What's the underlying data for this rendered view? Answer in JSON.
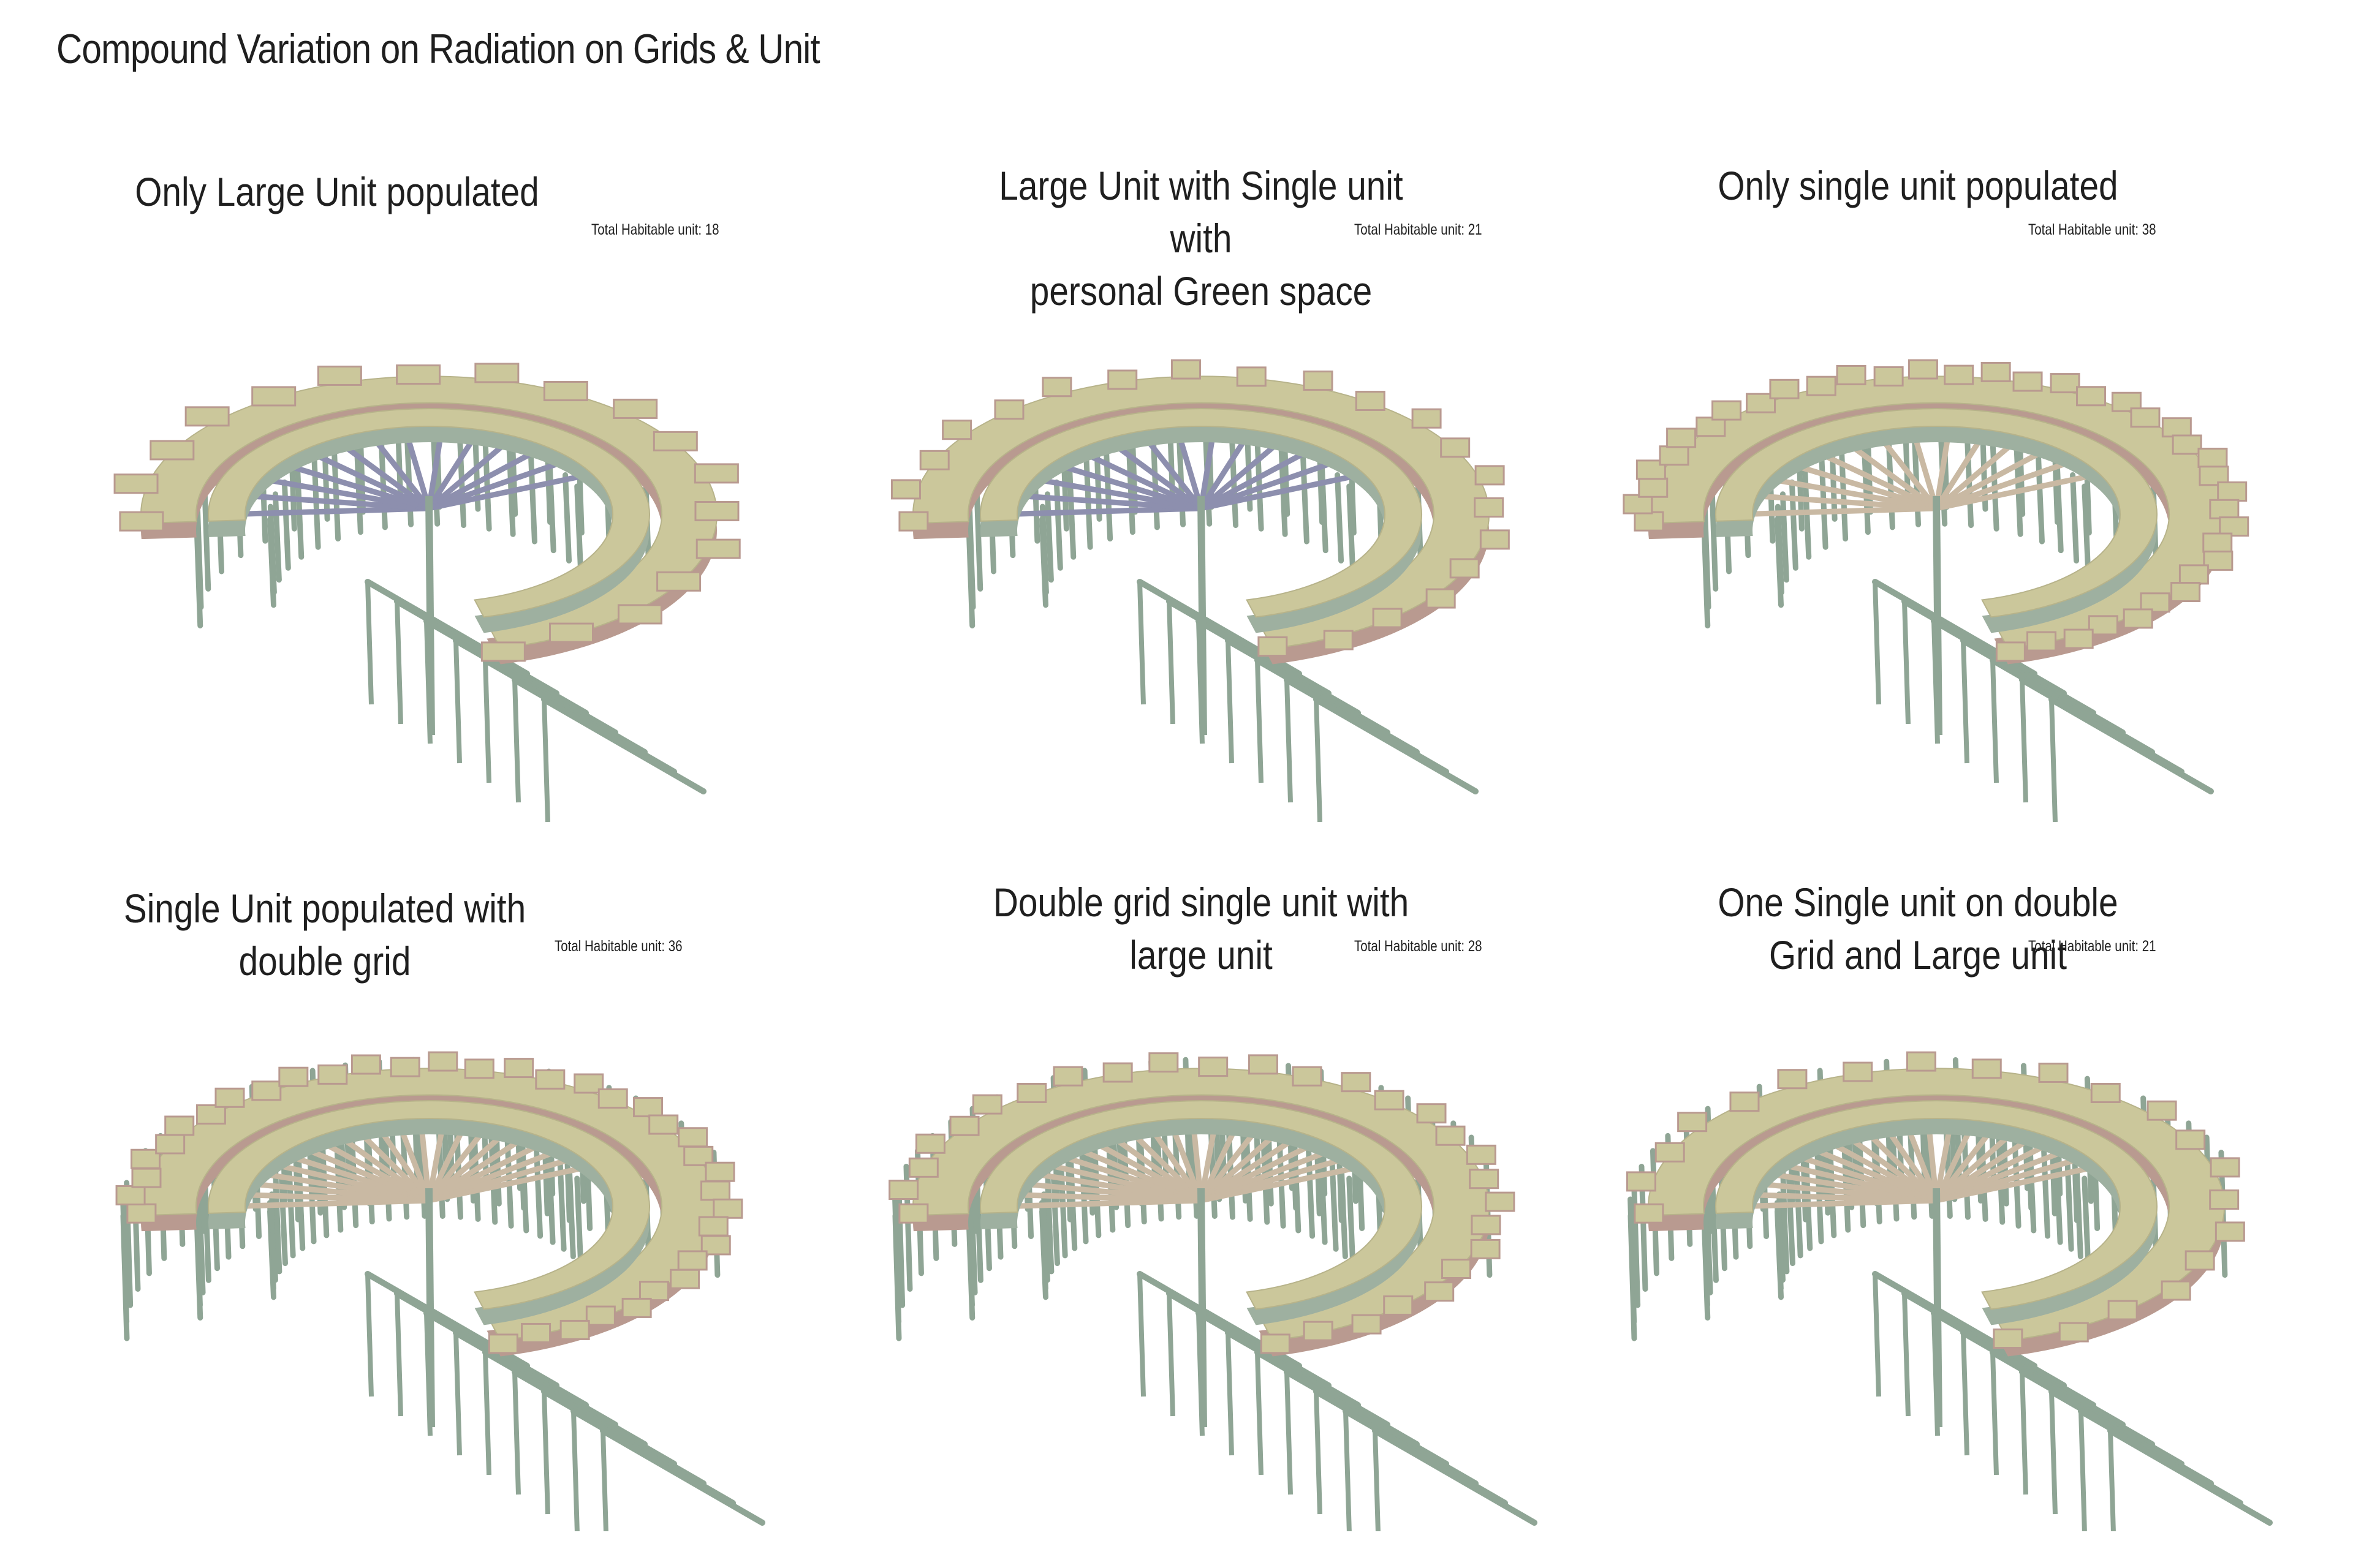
{
  "page": {
    "title": "Compound Variation on Radiation on Grids & Unit"
  },
  "panels": [
    {
      "title": "Only Large Unit populated",
      "note": "Total Habitable  unit: 18",
      "unit_mix": "large",
      "grid": "single",
      "habitable_units": 18
    },
    {
      "title": "Large Unit with Single unit with\npersonal Green space",
      "note": "Total Habitable  unit: 21",
      "unit_mix": "large+single",
      "grid": "single",
      "habitable_units": 21
    },
    {
      "title": "Only single unit populated",
      "note": "Total Habitable  unit: 38",
      "unit_mix": "single",
      "grid": "single",
      "habitable_units": 38
    },
    {
      "title": "Single Unit populated with\ndouble grid",
      "note": "Total Habitable  unit: 36",
      "unit_mix": "single",
      "grid": "double",
      "habitable_units": 36
    },
    {
      "title": "Double grid single unit with\nlarge unit",
      "note": "Total Habitable  unit: 28",
      "unit_mix": "single+large",
      "grid": "double",
      "habitable_units": 28
    },
    {
      "title": "One Single unit on double\nGrid and Large unit",
      "note": "Total Habitable  unit: 21",
      "unit_mix": "single+large",
      "grid": "double",
      "habitable_units": 21
    }
  ],
  "colors": {
    "deck_top": "#cbc79b",
    "deck_side": "#b99a90",
    "deck_side_cool": "#9eb0a0",
    "column": "#8fa595",
    "beam_shadow": "#8d8fae"
  }
}
